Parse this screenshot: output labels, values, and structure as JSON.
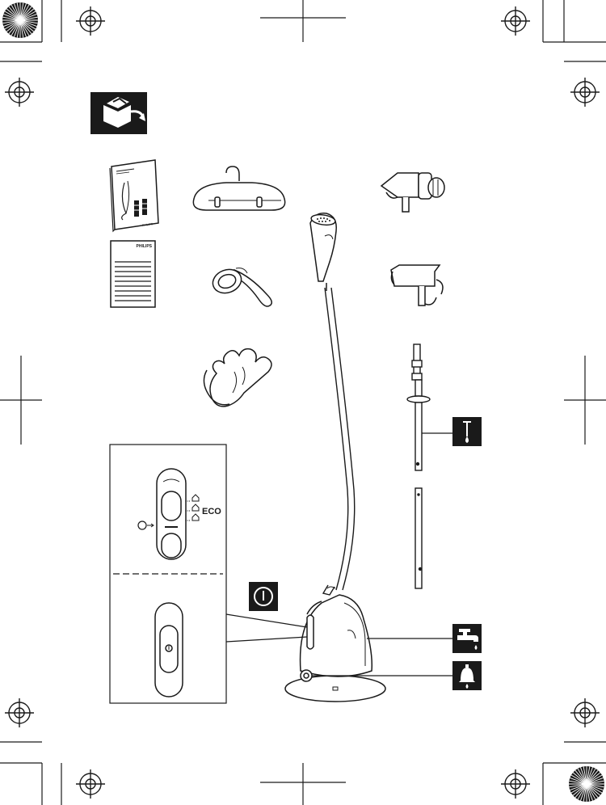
{
  "brand": {
    "manual_cover": "PHILIPS",
    "warranty_cover": "PHILIPS"
  },
  "control_panel": {
    "mode_label": "ECO"
  },
  "icons": {
    "unbox": "unbox-icon",
    "power": "power-icon",
    "water_tap": "water-tap-icon",
    "calc_clean": "calc-clean-bell-icon",
    "pole_drip": "pole-drip-icon",
    "registration_mark": "registration-mark-icon",
    "focus_target": "focus-target-icon"
  },
  "colors": {
    "ink": "#1a1a1a",
    "paper": "#ffffff",
    "light_fill": "#f2f2f2"
  }
}
